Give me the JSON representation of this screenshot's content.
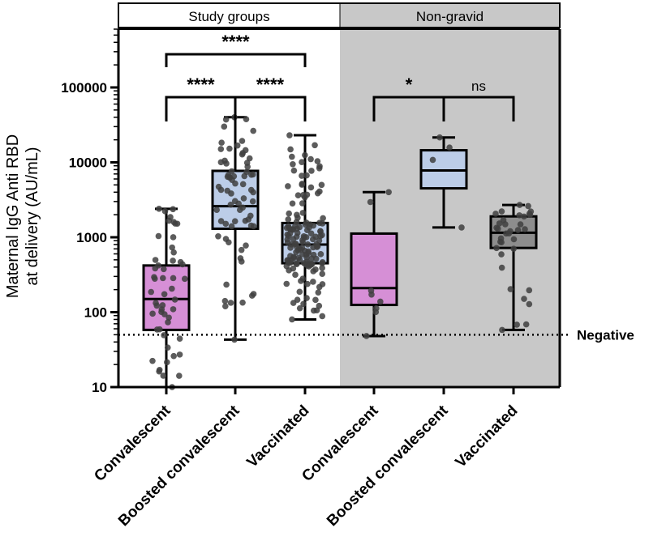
{
  "chart_data": {
    "type": "box",
    "ylabel_lines": [
      "Maternal IgG Anti RBD",
      "at delivery (AU/mL)"
    ],
    "y_scale": "log",
    "ylim": [
      10,
      600000
    ],
    "y_ticks": [
      {
        "value": 10,
        "label": "10"
      },
      {
        "value": 100,
        "label": "100"
      },
      {
        "value": 1000,
        "label": "1000"
      },
      {
        "value": 10000,
        "label": "10000"
      },
      {
        "value": 100000,
        "label": "100000"
      }
    ],
    "panels": [
      {
        "label": "Study groups",
        "background": "#ffffff"
      },
      {
        "label": "Non-gravid",
        "background": "#c8c8c8"
      }
    ],
    "categories": [
      "Convalescent",
      "Boosted convalescent",
      "Vaccinated",
      "Convalescent",
      "Boosted convalescent",
      "Vaccinated"
    ],
    "boxes": [
      {
        "category": "Convalescent",
        "panel": 0,
        "fill": "#d68fd6",
        "min": 10,
        "q1": 58,
        "median": 150,
        "q3": 420,
        "max": 2400,
        "n_points": 52
      },
      {
        "category": "Boosted convalescent",
        "panel": 0,
        "fill": "#bccde8",
        "min": 43,
        "q1": 1300,
        "median": 2600,
        "q3": 7700,
        "max": 40000,
        "n_points": 70
      },
      {
        "category": "Vaccinated",
        "panel": 0,
        "fill": "#bccde8",
        "min": 80,
        "q1": 450,
        "median": 800,
        "q3": 1550,
        "max": 23000,
        "n_points": 150
      },
      {
        "category": "Convalescent",
        "panel": 1,
        "fill": "#d68fd6",
        "min": 48,
        "q1": 125,
        "median": 210,
        "q3": 1120,
        "max": 4000,
        "n_points": 8
      },
      {
        "category": "Boosted convalescent",
        "panel": 1,
        "fill": "#bccde8",
        "min": 1350,
        "q1": 4500,
        "median": 7800,
        "q3": 14500,
        "max": 21500,
        "n_points": 4
      },
      {
        "category": "Vaccinated",
        "panel": 1,
        "fill": "#8d8d8d",
        "min": 58,
        "q1": 720,
        "median": 1150,
        "q3": 1900,
        "max": 2700,
        "n_points": 35
      }
    ],
    "reference_line": {
      "value": 50,
      "label": "Negative"
    },
    "significance": [
      {
        "from": 0,
        "to": 2,
        "label": "****",
        "level": 2
      },
      {
        "from": 0,
        "to": 1,
        "label": "****",
        "level": 1
      },
      {
        "from": 1,
        "to": 2,
        "label": "****",
        "level": 1
      },
      {
        "from": 3,
        "to": 4,
        "label": "*",
        "level": 1
      },
      {
        "from": 4,
        "to": 5,
        "label": "ns",
        "level": 1
      }
    ]
  }
}
